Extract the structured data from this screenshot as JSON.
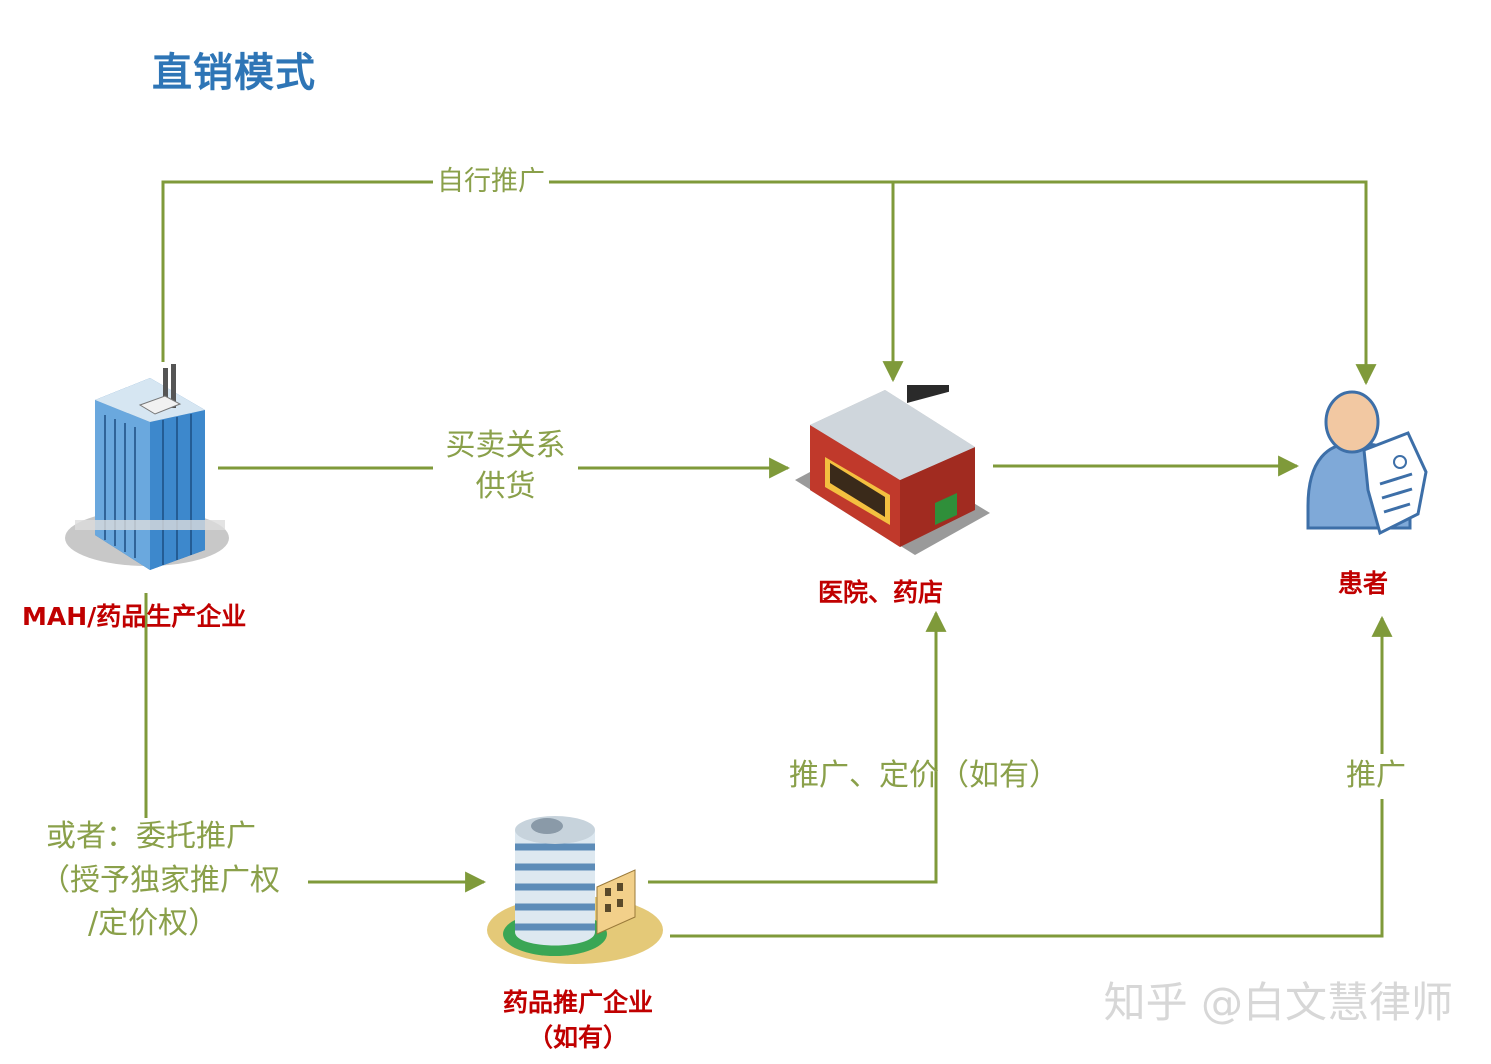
{
  "title": "直销模式",
  "nodes": {
    "manufacturer": {
      "label": "MAH/药品生产企业",
      "icon": "office-building-icon"
    },
    "hospital": {
      "label": "医院、药店",
      "icon": "store-icon"
    },
    "patient": {
      "label": "患者",
      "icon": "patient-icon"
    },
    "promoter": {
      "label_line1": "药品推广企业",
      "label_line2": "（如有）",
      "icon": "company-building-icon"
    }
  },
  "edges": {
    "self_promotion": "自行推广",
    "sale_line1": "买卖关系",
    "sale_line2": "供货",
    "delegate_line1": "或者：委托推广",
    "delegate_line2": "（授予独家推广权",
    "delegate_line3": "/定价权）",
    "promote_price": "推广、定价（如有）",
    "promote": "推广"
  },
  "watermark": "知乎 @白文慧律师",
  "colors": {
    "arrow": "#7f9a3a",
    "node_label": "#c00000",
    "title": "#2e75b6"
  }
}
